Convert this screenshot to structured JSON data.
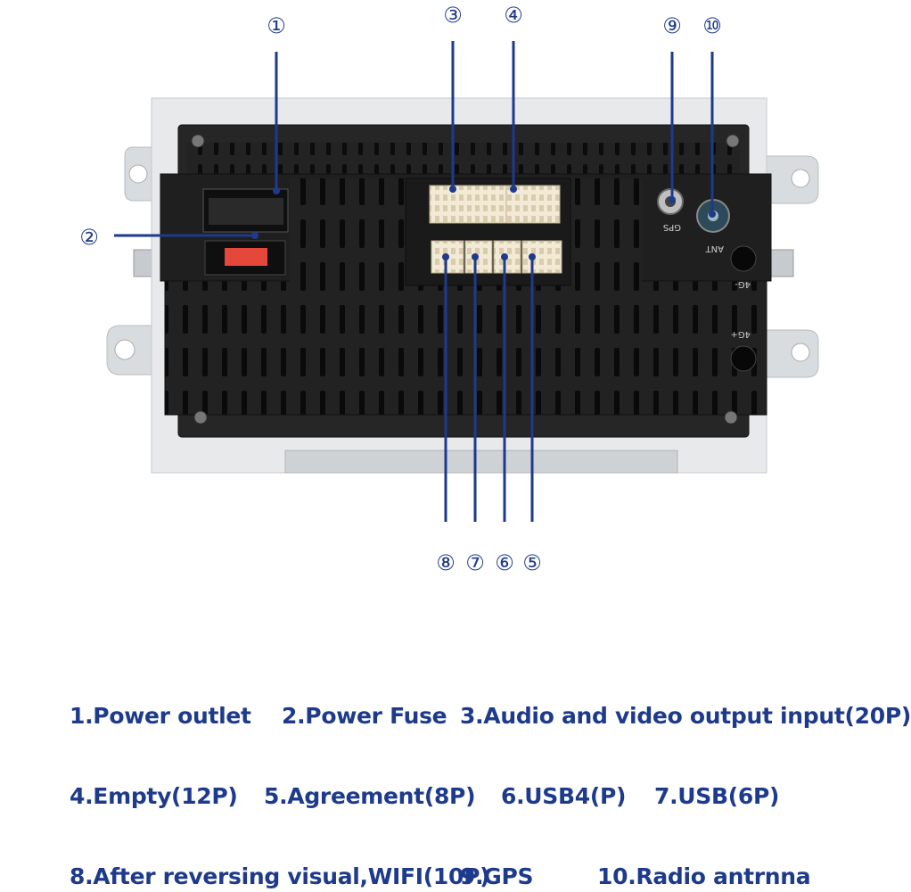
{
  "callouts": [
    {
      "id": 1,
      "glyph": "①"
    },
    {
      "id": 2,
      "glyph": "②"
    },
    {
      "id": 3,
      "glyph": "③"
    },
    {
      "id": 4,
      "glyph": "④"
    },
    {
      "id": 5,
      "glyph": "⑤"
    },
    {
      "id": 6,
      "glyph": "⑥"
    },
    {
      "id": 7,
      "glyph": "⑦"
    },
    {
      "id": 8,
      "glyph": "⑧"
    },
    {
      "id": 9,
      "glyph": "⑨"
    },
    {
      "id": 10,
      "glyph": "⑩"
    }
  ],
  "device_labels": {
    "gps": "GPS",
    "ant": "ANT",
    "4g_minus": "4G-",
    "4g_plus": "4G+"
  },
  "legend": [
    {
      "text": "1.Power outlet"
    },
    {
      "text": "2.Power Fuse"
    },
    {
      "text": "3.Audio and video output input(20P)"
    },
    {
      "text": "4.Empty(12P)"
    },
    {
      "text": "5.Agreement(8P)"
    },
    {
      "text": "6.USB4(P)"
    },
    {
      "text": "7.USB(6P)"
    },
    {
      "text": "8.After reversing visual,WIFI(10P)"
    },
    {
      "text": "9.GPS"
    },
    {
      "text": "10.Radio antrnna"
    }
  ],
  "colors": {
    "accent": "#1d3a8c",
    "chassis": "#1e1e1e",
    "bracket": "#d9dcdf",
    "connector": "#f3ead6"
  }
}
